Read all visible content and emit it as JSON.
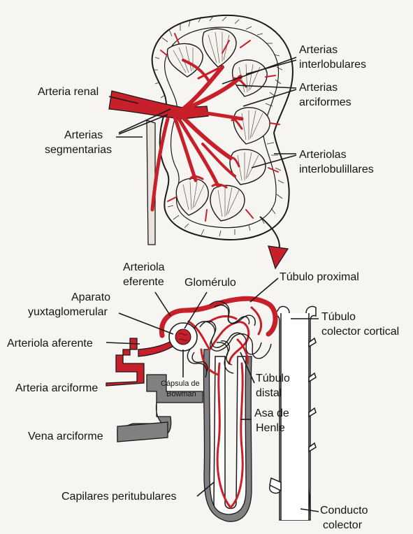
{
  "labels": {
    "arteria_renal": "Arteria renal",
    "arterias_segmentarias_1": "Arterias",
    "arterias_segmentarias_2": "segmentarias",
    "arterias_interlobulares_1": "Arterias",
    "arterias_interlobulares_2": "interlobulares",
    "arterias_arciformes_1": "Arterias",
    "arterias_arciformes_2": "arciformes",
    "arteriolas_interlobulillares_1": "Arteriolas",
    "arteriolas_interlobulillares_2": "interlobulillares",
    "arteriola_eferente_1": "Arteriola",
    "arteriola_eferente_2": "eferente",
    "glomerulo": "Glomérulo",
    "tubulo_proximal": "Túbulo proximal",
    "aparato_yuxtaglomerular_1": "Aparato",
    "aparato_yuxtaglomerular_2": "yuxtaglomerular",
    "tubulo_colector_cortical_1": "Túbulo",
    "tubulo_colector_cortical_2": "colector cortical",
    "arteriola_aferente": "Arteriola aferente",
    "capsula_de_bowman_1": "Cápsula de",
    "capsula_de_bowman_2": "Bowman",
    "tubulo_distal_1": "Túbulo",
    "tubulo_distal_2": "distal",
    "arteria_arciforme": "Arteria arciforme",
    "asa_de_henle_1": "Asa de",
    "asa_de_henle_2": "Henle",
    "vena_arciforme": "Vena arciforme",
    "capilares_peritubulares": "Capilares peritubulares",
    "conducto_colector_1": "Conducto",
    "conducto_colector_2": "colector"
  },
  "colors": {
    "artery": "#c8202a",
    "vein": "#808080",
    "outline": "#1a1a1a"
  }
}
